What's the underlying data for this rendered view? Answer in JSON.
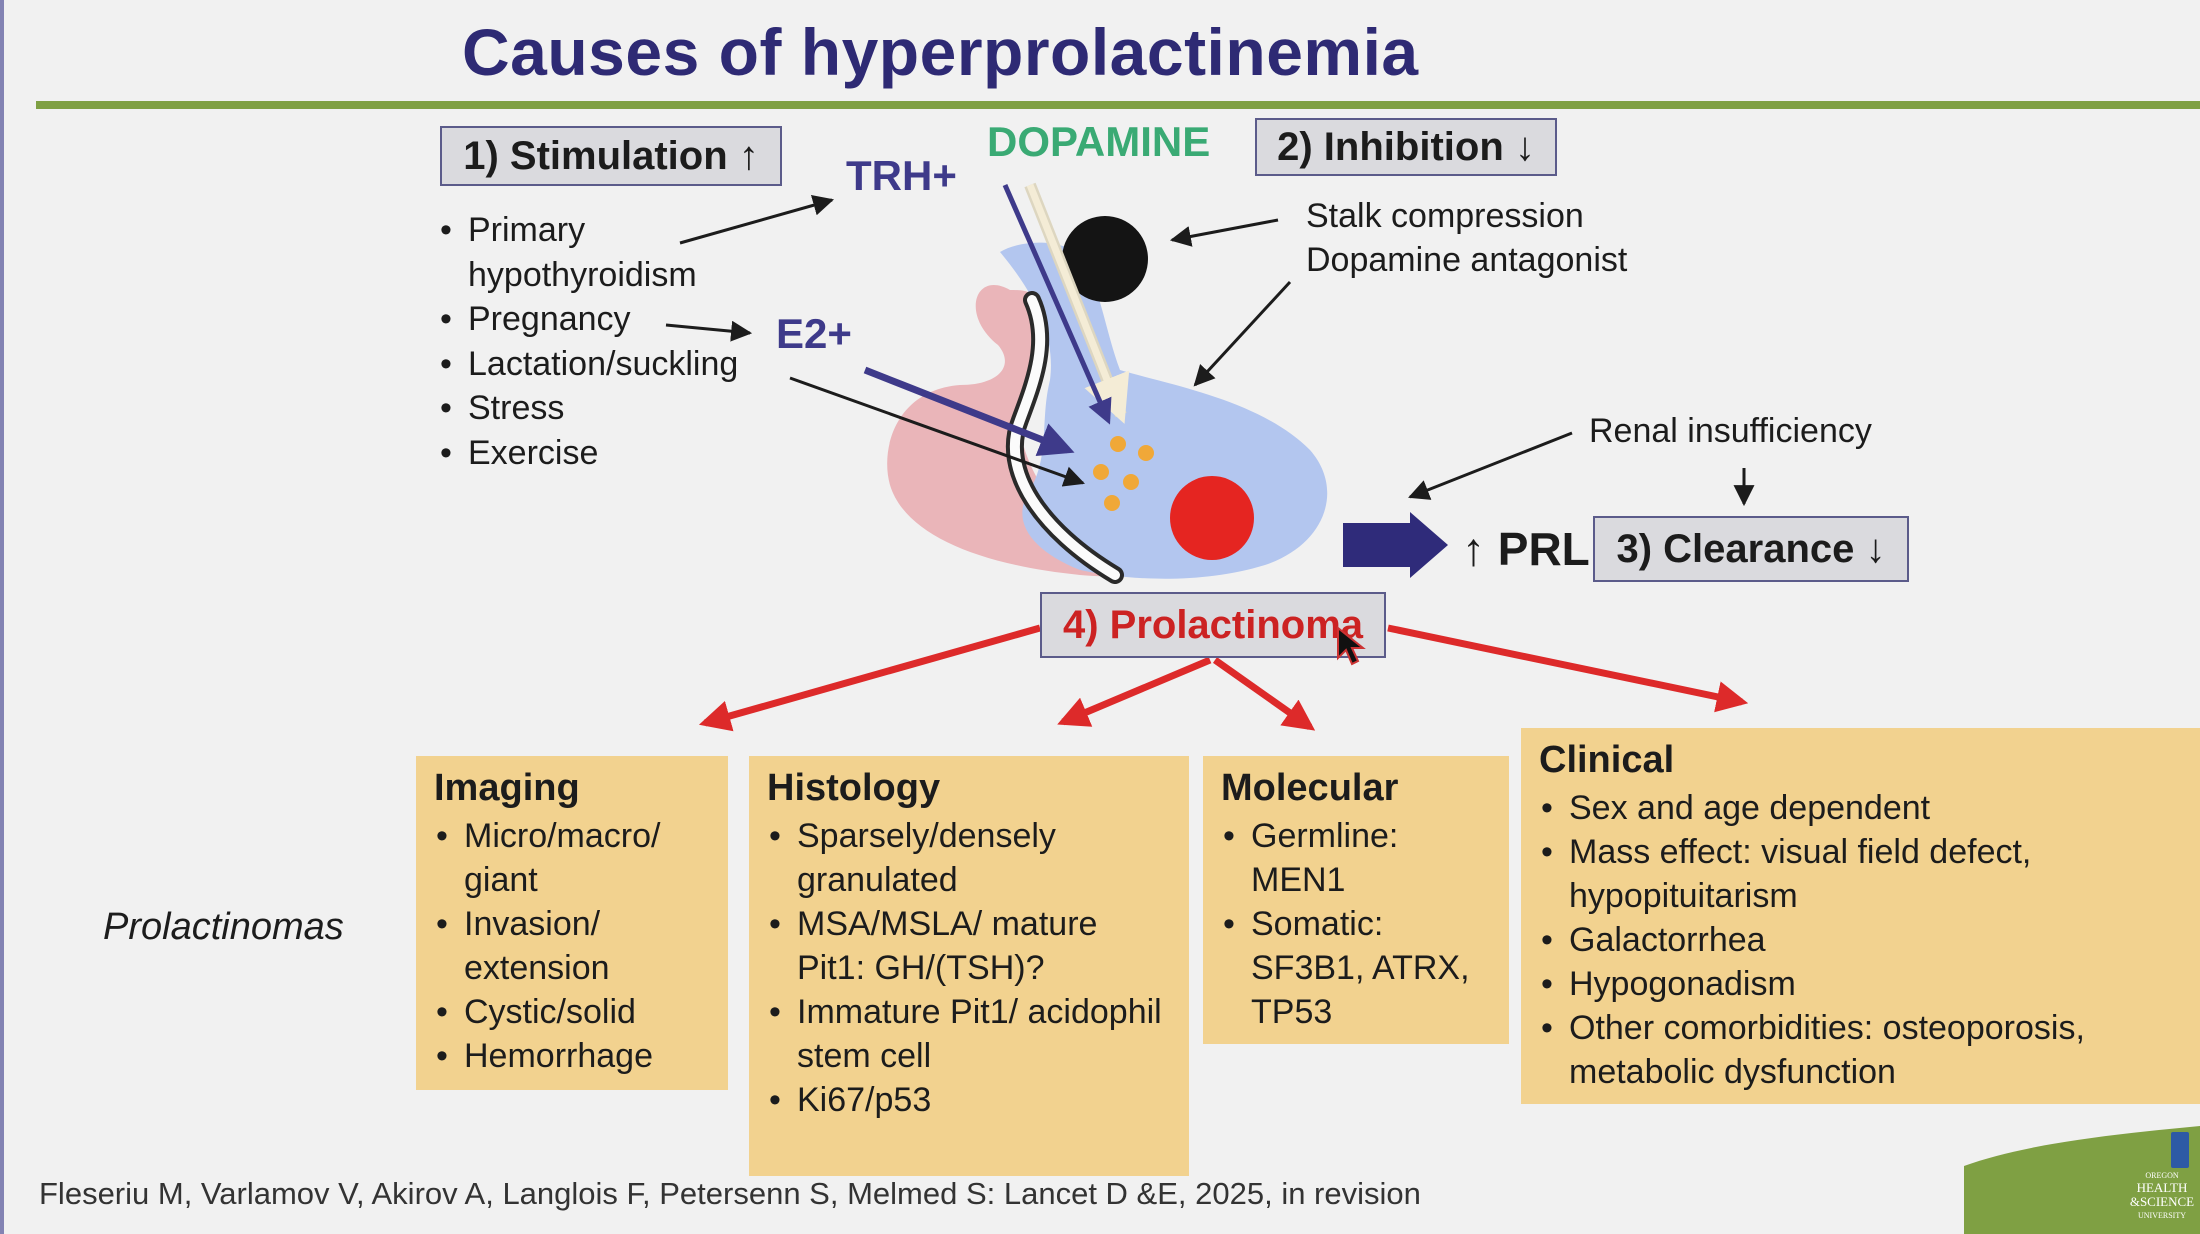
{
  "title": "Causes of hyperprolactinemia",
  "mechanisms": {
    "stimulation": "1) Stimulation ↑",
    "inhibition": "2) Inhibition ↓",
    "clearance": "3) Clearance ↓",
    "prolactinoma": "4) Prolactinoma"
  },
  "stimulation_causes": [
    "Primary hypothyroidism",
    "Pregnancy",
    "Lactation/suckling",
    "Stress",
    "Exercise"
  ],
  "labels": {
    "trh": "TRH+",
    "dopamine": "DOPAMINE",
    "e2": "E2+",
    "prl": "↑ PRL"
  },
  "inhibition_causes": {
    "stalk": "Stalk compression",
    "antagonist": "Dopamine antagonist"
  },
  "clearance_causes": {
    "renal": "Renal insufficiency"
  },
  "prolactinomas_label": "Prolactinomas",
  "panels": {
    "imaging": {
      "title": "Imaging",
      "items": [
        "Micro/macro/ giant",
        "Invasion/ extension",
        "Cystic/solid",
        "Hemorrhage"
      ]
    },
    "histology": {
      "title": "Histology",
      "items": [
        "Sparsely/densely granulated",
        "MSA/MSLA/ mature Pit1: GH/(TSH)?",
        "Immature Pit1/ acidophil stem cell",
        "Ki67/p53"
      ]
    },
    "molecular": {
      "title": "Molecular",
      "items": [
        "Germline: MEN1",
        "Somatic: SF3B1, ATRX, TP53"
      ]
    },
    "clinical": {
      "title": "Clinical",
      "items": [
        "Sex and age dependent",
        "Mass effect: visual field defect, hypopituitarism",
        "Galactorrhea",
        "Hypogonadism",
        "Other comorbidities: osteoporosis, metabolic dysfunction"
      ]
    }
  },
  "citation": "Fleseriu M, Varlamov V, Akirov A, Langlois F, Petersenn S, Melmed S: Lancet D &E, 2025, in revision",
  "logo_text": [
    "OREGON",
    "HEALTH",
    "&SCIENCE",
    "UNIVERSITY"
  ],
  "colors": {
    "title": "#2e2a74",
    "rule": "#7fa043",
    "panel": "#f2d28f",
    "red_arrow": "#dd2a2a",
    "navy_arrow": "#3e3a8a",
    "dopamine": "#3aaa74",
    "pituitary_blue": "#b3c6ef",
    "hypothalamus_pink": "#eab5b9",
    "adenoma_red": "#e52521"
  },
  "icons": [
    "cursor-icon",
    "black-circle-stalk-compression",
    "red-circle-adenoma",
    "ohsu-logo"
  ]
}
